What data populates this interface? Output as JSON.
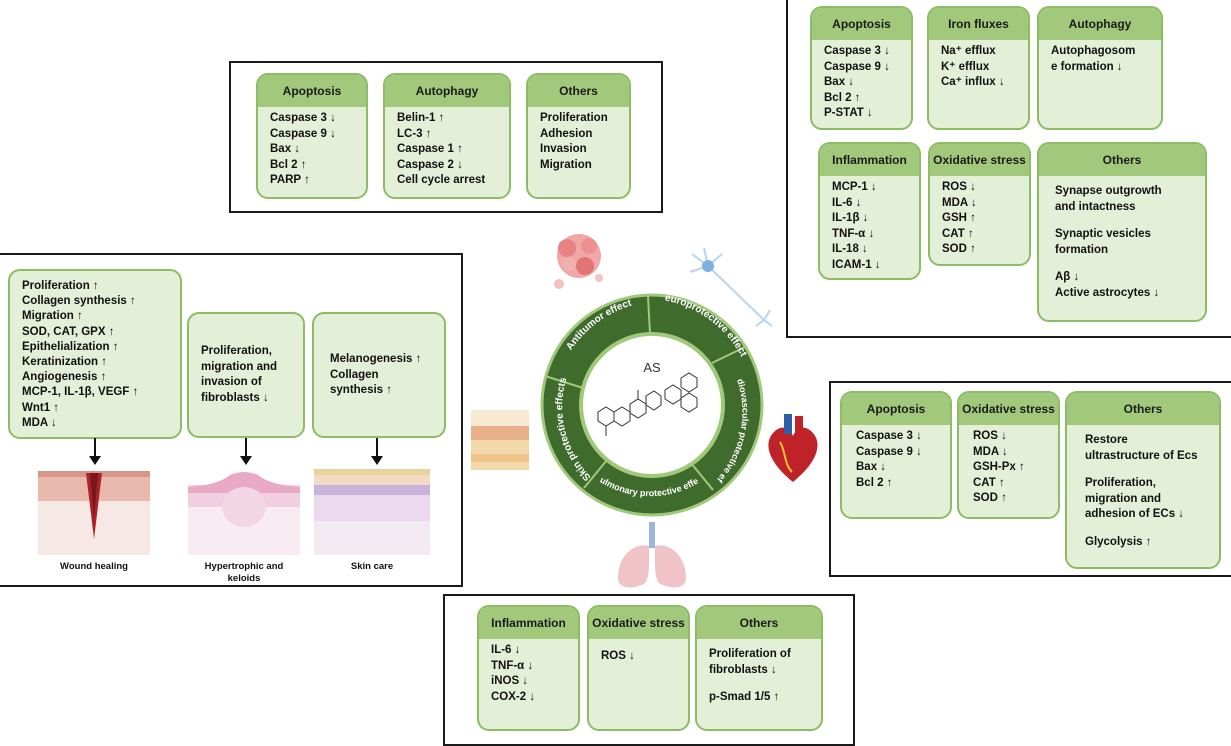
{
  "antitumor": {
    "cards": [
      {
        "title": "Apoptosis",
        "items": [
          "Caspase 3 ↓",
          "Caspase 9 ↓",
          "Bax ↓",
          "Bcl 2 ↑",
          "PARP ↑"
        ]
      },
      {
        "title": "Autophagy",
        "items": [
          "Belin-1 ↑",
          "LC-3 ↑",
          "Caspase 1 ↑",
          "Caspase 2 ↓",
          "Cell cycle arrest"
        ]
      },
      {
        "title": "Others",
        "items": [
          "Proliferation",
          "Adhesion",
          "Invasion",
          "Migration"
        ]
      }
    ]
  },
  "neuro": {
    "cards": [
      {
        "title": "Apoptosis",
        "items": [
          "Caspase 3 ↓",
          "Caspase 9 ↓",
          "Bax ↓",
          "Bcl 2 ↑",
          "P-STAT ↓"
        ]
      },
      {
        "title": "Iron fluxes",
        "items": [
          "Na⁺ efflux",
          "K⁺ efflux",
          "Ca⁺ influx ↓"
        ]
      },
      {
        "title": "Autophagy",
        "items": [
          "Autophagosom",
          "e formation ↓"
        ]
      },
      {
        "title": "Inflammation",
        "items": [
          "MCP-1 ↓",
          "IL-6 ↓",
          "IL-1β ↓",
          "TNF-α ↓",
          "IL-18 ↓",
          "ICAM-1 ↓"
        ]
      },
      {
        "title": "Oxidative stress",
        "items": [
          "ROS ↓",
          "MDA ↓",
          "GSH ↑",
          "CAT ↑",
          "SOD ↑"
        ]
      },
      {
        "title": "Others",
        "items": [
          "Synapse outgrowth",
          "and intactness",
          "",
          "Synaptic vesicles",
          "formation",
          "",
          "Aβ ↓",
          "Active astrocytes ↓"
        ]
      }
    ]
  },
  "skin": {
    "cards": [
      {
        "items": [
          "Proliferation ↑",
          "Collagen synthesis ↑",
          "Migration ↑",
          "SOD, CAT, GPX ↑",
          "Epithelialization ↑",
          "Keratinization ↑",
          "Angiogenesis ↑",
          "MCP-1, IL-1β, VEGF ↑",
          "Wnt1 ↑",
          "MDA ↓"
        ]
      },
      {
        "items": [
          "Proliferation,",
          "migration and",
          "invasion of",
          "fibroblasts ↓"
        ]
      },
      {
        "items": [
          "Melanogenesis ↑",
          "Collagen",
          "synthesis ↑"
        ]
      }
    ],
    "captions": [
      "Wound healing",
      "Hypertrophic and keloids",
      "Skin care"
    ]
  },
  "cardio": {
    "cards": [
      {
        "title": "Apoptosis",
        "items": [
          "Caspase 3 ↓",
          "Caspase 9 ↓",
          "Bax ↓",
          "Bcl 2 ↑"
        ]
      },
      {
        "title": "Oxidative stress",
        "items": [
          "ROS ↓",
          "MDA ↓",
          "GSH-Px ↑",
          "CAT ↑",
          "SOD ↑"
        ]
      },
      {
        "title": "Others",
        "items": [
          "Restore",
          "ultrastructure of Ecs",
          "",
          "Proliferation,",
          "migration and",
          "adhesion of ECs ↓",
          "",
          "Glycolysis ↑"
        ]
      }
    ]
  },
  "pulmonary": {
    "cards": [
      {
        "title": "Inflammation",
        "items": [
          "IL-6 ↓",
          "TNF-α ↓",
          "iNOS ↓",
          "COX-2 ↓"
        ]
      },
      {
        "title": "Oxidative stress",
        "items": [
          "ROS ↓"
        ]
      },
      {
        "title": "Others",
        "items": [
          "Proliferation of",
          "fibroblasts ↓",
          "",
          "p-Smad 1/5 ↑"
        ]
      }
    ]
  },
  "wheel": {
    "center_label": "AS",
    "segments": [
      "Antitumor effect",
      "Neuroprotective effects",
      "Cardiovascular protective effect",
      "Pulmonary protective effect",
      "Skin protective effects"
    ],
    "ring_color": "#3f6b2d",
    "accent_color": "#a2c97b"
  }
}
